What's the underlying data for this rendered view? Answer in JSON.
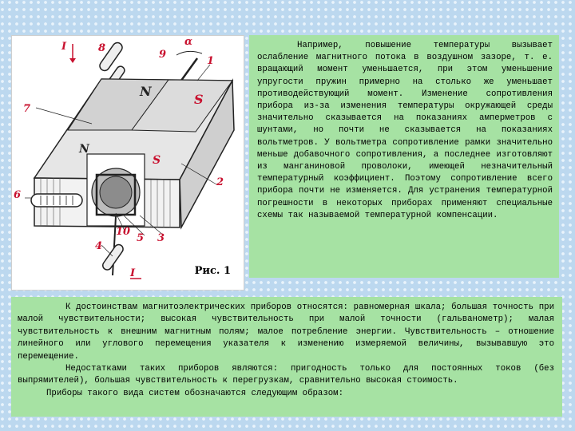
{
  "figure": {
    "caption": "Рис. 1",
    "labels": {
      "l1": "1",
      "l2": "2",
      "l3": "3",
      "l4": "4",
      "l5": "5",
      "l6": "6",
      "l7": "7",
      "l8": "8",
      "l9": "9",
      "l10": "10",
      "alpha": "α",
      "current_top": "I",
      "current_bottom": "I",
      "pole_n_top": "N",
      "pole_s_top": "S",
      "pole_n_mid": "N",
      "pole_s_mid": "S"
    }
  },
  "top_text": "Например, повышение температуры вызывает ослабление магнитного потока в воздушном зазоре, т. е. вращающий момент уменьшается, при этом уменьшение упругости пружин примерно на столько же уменьшает противодействующий момент. Изменение сопротивления прибора из-за изменения температуры окружающей среды значительно сказывается на показаниях амперметров с шунтами, но почти не сказывается на показаниях вольтметров. У вольтметра сопротивление рамки значительно меньше добавочного сопротивления, а последнее изготовляют из манганиновой проволоки, имеющей незначительный температурный коэффициент. Поэтому сопротивление всего прибора почти не изменяется. Для устранения температурной погрешности в некоторых приборах применяют специальные схемы так называемой температурной компенсации.",
  "bottom_text": {
    "p1": "К достоинствам магнитоэлектрических приборов относятся: равномерная шкала; большая точность при малой чувствительности; высокая чувствительность при малой точности (гальванометр); малая чувствительность к внешним магнитным полям; малое потребление энергии. Чувствительность – отношение линейного или углового перемещения указателя к изменению измеряемой величины, вызывавшую это перемещение.",
    "p2": "Недостатками таких приборов являются: пригодность только для постоянных токов (без выпрямителей), большая чувствительность к перегрузкам, сравнительно высокая стоимость.",
    "p3": "Приборы такого вида систем обозначаются следующим образом:"
  }
}
